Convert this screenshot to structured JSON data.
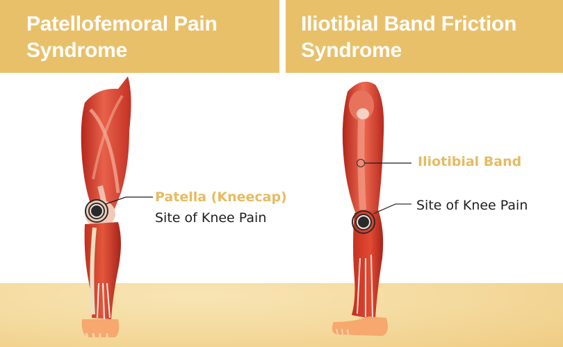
{
  "colors": {
    "header_bg": "#e9c06a",
    "header_text": "#ffffff",
    "accent_label": "#e6bb60",
    "body_label": "#1e1e1e",
    "floor": "#f4d99c",
    "muscle": "#d9432f",
    "pain_marker": "#2a2a2a"
  },
  "panels": [
    {
      "title_line1": "Patellofemoral Pain",
      "title_line2": "Syndrome",
      "callouts": [
        {
          "label": "Patella (Kneecap)",
          "style": "accent"
        },
        {
          "label": "Site of Knee Pain",
          "style": "plain"
        }
      ],
      "illustration": "leg-anterior-view-icon"
    },
    {
      "title_line1": "Iliotibial Band Friction",
      "title_line2": "Syndrome",
      "callouts": [
        {
          "label": "Iliotibial Band",
          "style": "accent"
        },
        {
          "label": "Site of Knee Pain",
          "style": "plain"
        }
      ],
      "illustration": "leg-lateral-view-icon"
    }
  ]
}
